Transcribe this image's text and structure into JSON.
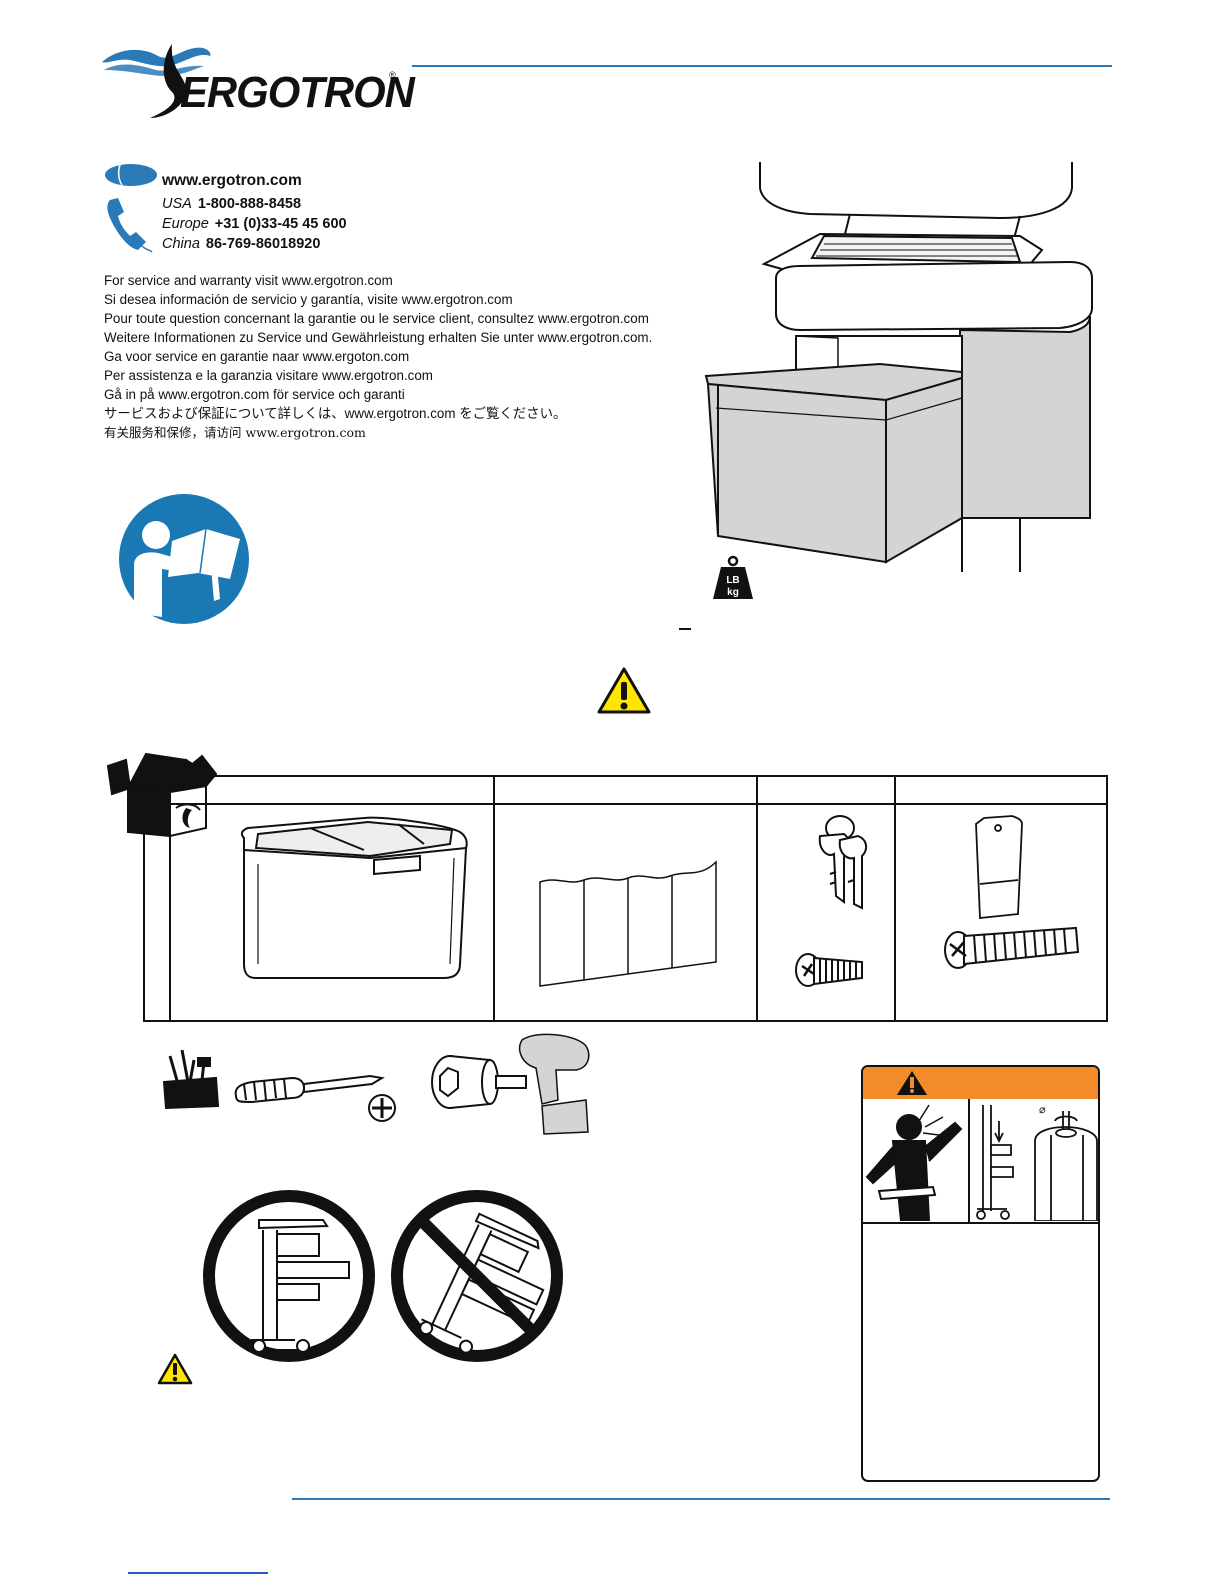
{
  "brand": {
    "name": "ERGOTRON",
    "trademark": "®"
  },
  "contact": {
    "website": "www.ergotron.com",
    "phones": [
      {
        "region": "USA",
        "number": "1-800-888-8458"
      },
      {
        "region": "Europe",
        "number": "+31 (0)33-45 45 600"
      },
      {
        "region": "China",
        "number": "86-769-86018920"
      }
    ]
  },
  "service_lines": [
    "For service and warranty visit www.ergotron.com",
    "Si desea información de servicio y garantía, visite www.ergotron.com",
    "Pour toute question concernant la garantie ou le service client, consultez www.ergotron.com",
    "Weitere Informationen zu Service und Gewährleistung erhalten Sie unter www.ergotron.com.",
    "Ga voor service en garantie naar www.ergoton.com",
    "Per assistenza e la garanzia visitare www.ergotron.com",
    "Gå in på www.ergotron.com för service och garanti",
    "サービスおよび保証について詳しくは、www.ergotron.com をご覧ください。",
    "有关服务和保修，请访问 www.ergotron.com"
  ],
  "weight_icon": {
    "line1": "LB",
    "line2": "kg"
  },
  "icons": {
    "mouse": "mouse-icon",
    "phone": "phone-icon",
    "manual": "read-manual-icon",
    "caution": "caution-triangle-icon",
    "box": "package-contents-icon",
    "tools": "toolbox-icon"
  },
  "colors": {
    "brand_blue": "#2a7ab8",
    "manual_circle": "#1a78b4",
    "caution_yellow": "#ffe600",
    "warning_orange": "#f28c28",
    "part_gray": "#d4d4d4"
  },
  "warning_panel": {
    "diameter_symbol": "⌀"
  }
}
